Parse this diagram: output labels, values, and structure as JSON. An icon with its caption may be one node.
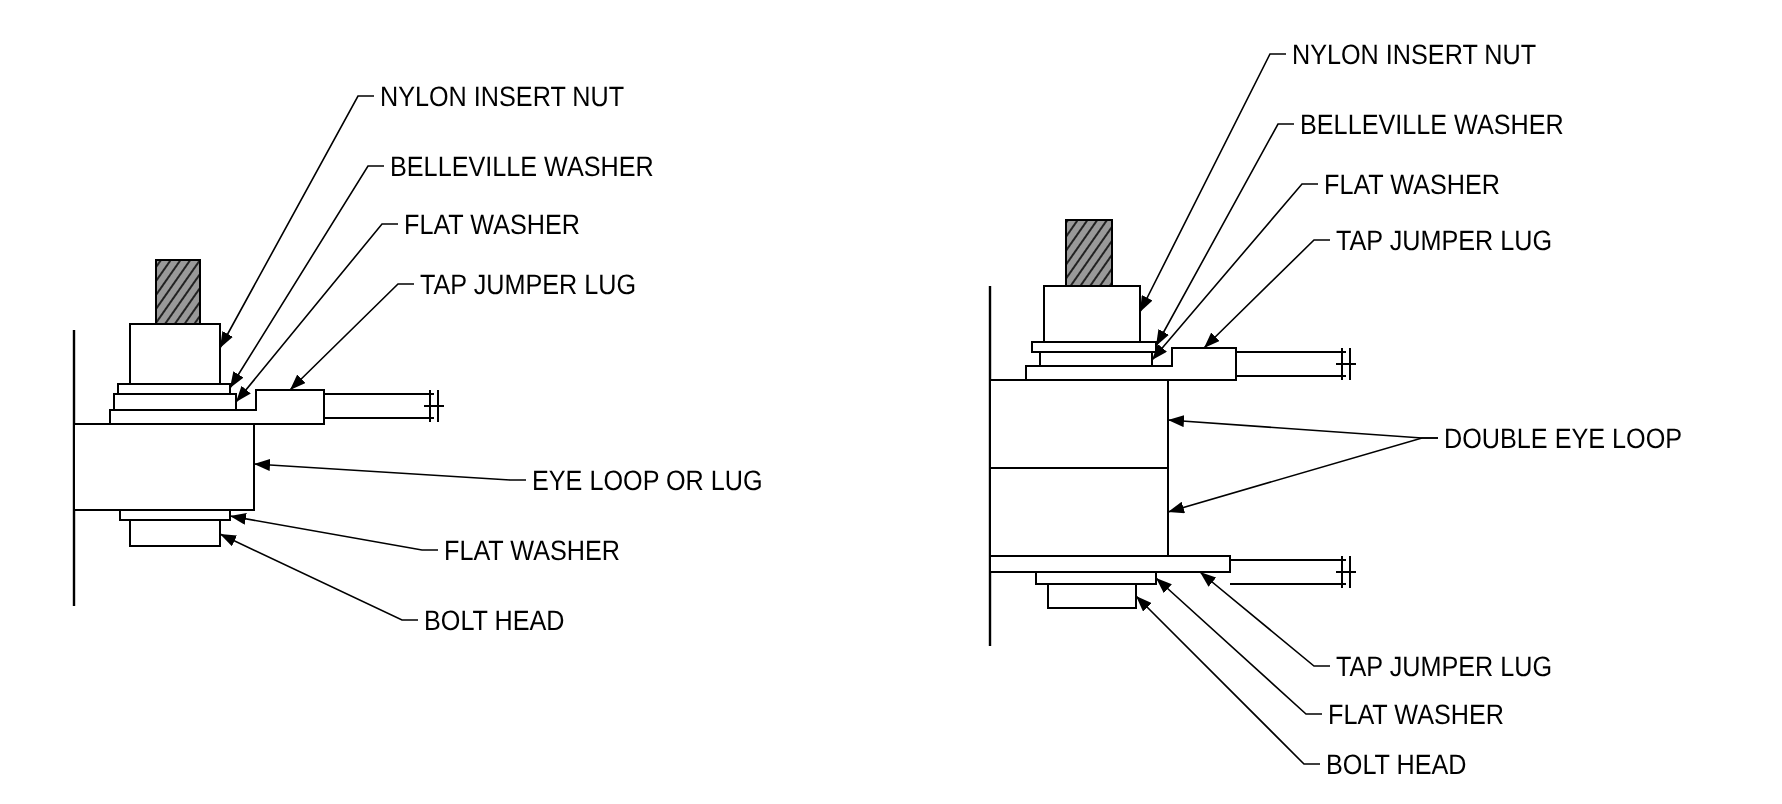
{
  "diagram": {
    "nodes": [
      {
        "text": [
          "NYLON INSERT NUT"
        ]
      },
      {
        "text": [
          "BELLEVILLE WASHER"
        ]
      },
      {
        "text": [
          "FLAT WASHER"
        ]
      },
      {
        "text": [
          "TAP JUMPER LUG"
        ]
      },
      {
        "text": [
          "EYE LOOP OR LUG"
        ]
      },
      {
        "text": [
          "FLAT WASHER"
        ]
      },
      {
        "text": [
          "BOLT HEAD"
        ]
      },
      {
        "text": [
          "NYLON INSERT NUT"
        ]
      },
      {
        "text": [
          "BELLEVILLE WASHER"
        ]
      },
      {
        "text": [
          "FLAT WASHER"
        ]
      },
      {
        "text": [
          "TAP JUMPER LUG"
        ]
      },
      {
        "text": [
          "DOUBLE EYE LOOP"
        ]
      },
      {
        "text": [
          "TAP JUMPER LUG"
        ]
      },
      {
        "text": [
          "FLAT WASHER"
        ]
      },
      {
        "text": [
          "BOLT HEAD"
        ]
      },
      {
        "text": [],
        "shape": "box"
      },
      {
        "text": [],
        "shape": "box"
      },
      {
        "text": [],
        "shape": "box"
      },
      {
        "text": [],
        "shape": "box"
      },
      {
        "text": [],
        "shape": "box"
      },
      {
        "text": [],
        "shape": "box"
      },
      {
        "text": [],
        "shape": "box"
      },
      {
        "text": [],
        "shape": "box"
      },
      {
        "text": [],
        "shape": "box"
      },
      {
        "text": [],
        "shape": "box"
      },
      {
        "text": [],
        "shape": "box"
      },
      {
        "text": [],
        "shape": "box"
      },
      {
        "text": [],
        "shape": "box"
      },
      {
        "text": [],
        "shape": "box"
      },
      {
        "text": [],
        "shape": "box"
      },
      {
        "text": [],
        "shape": "box"
      }
    ],
    "edges": [
      {
        "from": 0,
        "to": 15,
        "arrow": "to"
      },
      {
        "from": 1,
        "to": 16,
        "arrow": "to"
      },
      {
        "from": 2,
        "to": 17,
        "arrow": "to"
      },
      {
        "from": 3,
        "to": 18,
        "arrow": "to"
      },
      {
        "from": 4,
        "to": 19,
        "arrow": "to"
      },
      {
        "from": 5,
        "to": 20,
        "arrow": "to"
      },
      {
        "from": 6,
        "to": 21,
        "arrow": "to"
      },
      {
        "from": 7,
        "to": 22,
        "arrow": "to"
      },
      {
        "from": 8,
        "to": 23,
        "arrow": "to"
      },
      {
        "from": 9,
        "to": 24,
        "arrow": "to"
      },
      {
        "from": 10,
        "to": 25,
        "arrow": "to"
      },
      {
        "from": 11,
        "to": 26,
        "arrow": "to"
      },
      {
        "from": 11,
        "to": 27,
        "arrow": "to"
      },
      {
        "from": 12,
        "to": 28,
        "arrow": "to"
      },
      {
        "from": 13,
        "to": 29,
        "arrow": "to"
      },
      {
        "from": 14,
        "to": 30,
        "arrow": "to"
      }
    ]
  }
}
